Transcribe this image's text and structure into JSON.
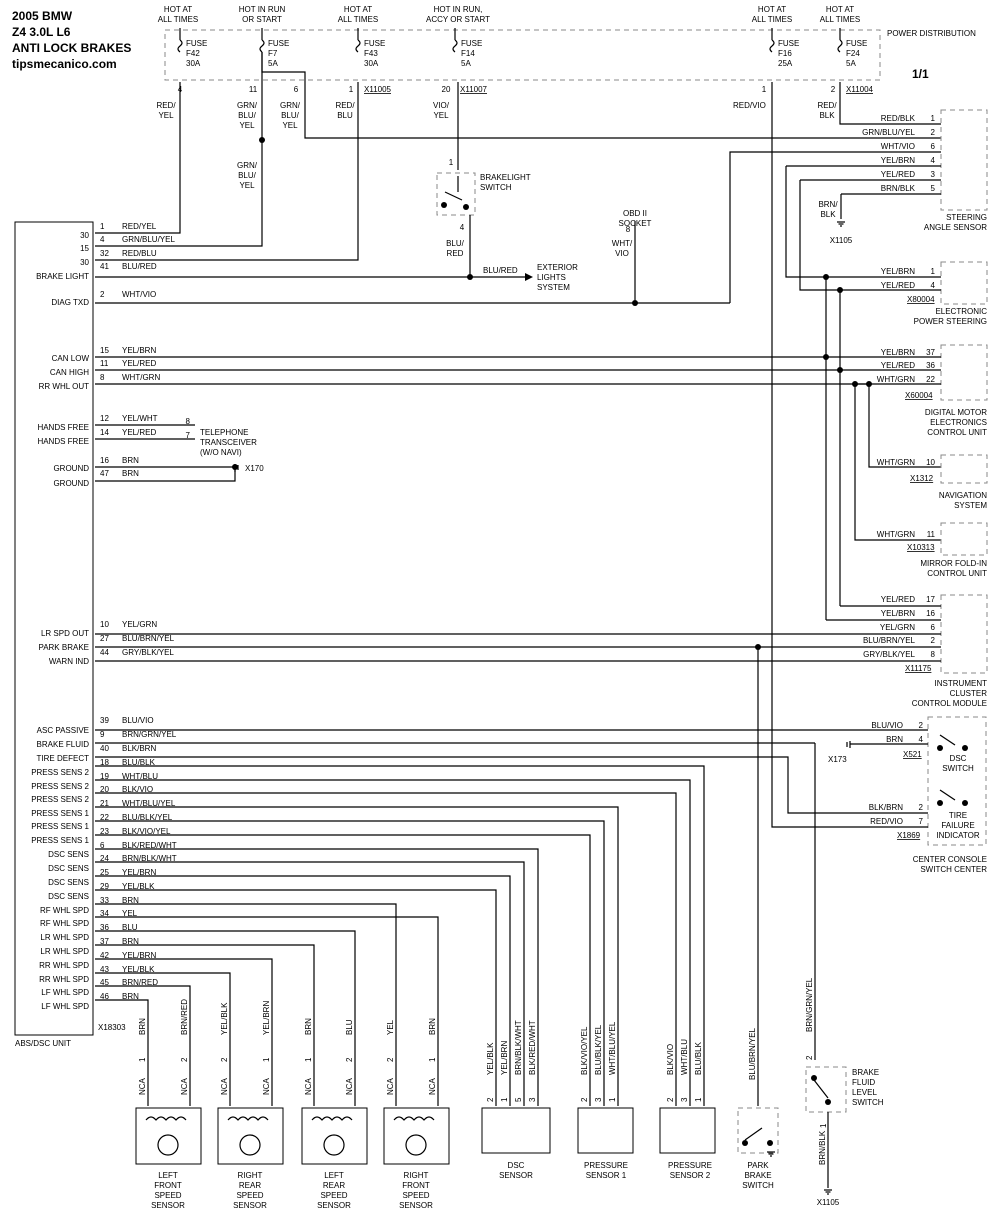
{
  "header": {
    "year_make": "2005  BMW",
    "model": "Z4  3.0L L6",
    "system": "ANTI LOCK BRAKES",
    "site": "tipsmecanico.com",
    "page": "1/1"
  },
  "power": {
    "label": "POWER DISTRIBUTION",
    "fuses": [
      {
        "hot": [
          "HOT AT",
          "ALL TIMES"
        ],
        "fuse": [
          "FUSE",
          "F42",
          "30A"
        ],
        "pin": "4",
        "wire": [
          "RED/",
          "YEL"
        ]
      },
      {
        "hot": [
          "HOT IN RUN",
          "OR START"
        ],
        "fuse": [
          "FUSE",
          "F7",
          "5A"
        ],
        "pin": "11",
        "pin2": "6",
        "wire": [
          "GRN/",
          "BLU/",
          "YEL"
        ],
        "wire2": [
          "GRN/",
          "BLU/",
          "YEL"
        ],
        "wire3": [
          "GRN/",
          "BLU/",
          "YEL"
        ]
      },
      {
        "hot": [
          "HOT AT",
          "ALL TIMES"
        ],
        "fuse": [
          "FUSE",
          "F43",
          "30A"
        ],
        "pin": "1",
        "conn": "X11005",
        "wire": [
          "RED/",
          "BLU"
        ]
      },
      {
        "hot": [
          "HOT IN RUN,",
          "ACCY OR START"
        ],
        "fuse": [
          "FUSE",
          "F14",
          "5A"
        ],
        "pin": "20",
        "conn": "X11007",
        "wire": [
          "VIO/",
          "YEL"
        ]
      },
      {
        "hot": [
          "HOT AT",
          "ALL TIMES"
        ],
        "fuse": [
          "FUSE",
          "F16",
          "25A"
        ],
        "pin": "1",
        "wire": [
          "RED/VIO"
        ]
      },
      {
        "hot": [
          "HOT AT",
          "ALL TIMES"
        ],
        "fuse": [
          "FUSE",
          "F24",
          "5A"
        ],
        "pin": "2",
        "conn": "X11004",
        "wire": [
          "RED/",
          "BLK"
        ]
      }
    ]
  },
  "brakelight": {
    "label": [
      "BRAKELIGHT",
      "SWITCH"
    ],
    "pin_top": "1",
    "pin_bot": "4",
    "wire": [
      "BLU/",
      "RED"
    ],
    "out_wire": "BLU/RED",
    "out_label": [
      "EXTERIOR",
      "LIGHTS",
      "SYSTEM"
    ]
  },
  "obd": {
    "label": [
      "OBD II",
      "SOCKET"
    ],
    "pin": "8",
    "wire": [
      "WHT/",
      "VIO"
    ]
  },
  "abs_unit": {
    "label": "ABS/DSC UNIT",
    "conn": "X18303",
    "pins": [
      {
        "fn": "30",
        "pin": "1",
        "wire": "RED/YEL"
      },
      {
        "fn": "15",
        "pin": "4",
        "wire": "GRN/BLU/YEL"
      },
      {
        "fn": "30",
        "pin": "32",
        "wire": "RED/BLU"
      },
      {
        "fn": "BRAKE LIGHT",
        "pin": "41",
        "wire": "BLU/RED"
      },
      {
        "fn": "DIAG TXD",
        "pin": "2",
        "wire": "WHT/VIO"
      },
      {
        "fn": "CAN LOW",
        "pin": "15",
        "wire": "YEL/BRN"
      },
      {
        "fn": "CAN HIGH",
        "pin": "11",
        "wire": "YEL/RED"
      },
      {
        "fn": "RR WHL OUT",
        "pin": "8",
        "wire": "WHT/GRN"
      },
      {
        "fn": "HANDS FREE",
        "pin": "12",
        "wire": "YEL/WHT"
      },
      {
        "fn": "HANDS FREE",
        "pin": "14",
        "wire": "YEL/RED"
      },
      {
        "fn": "GROUND",
        "pin": "16",
        "wire": "BRN"
      },
      {
        "fn": "GROUND",
        "pin": "47",
        "wire": "BRN"
      },
      {
        "fn": "LR SPD OUT",
        "pin": "10",
        "wire": "YEL/GRN"
      },
      {
        "fn": "PARK BRAKE",
        "pin": "27",
        "wire": "BLU/BRN/YEL"
      },
      {
        "fn": "WARN IND",
        "pin": "44",
        "wire": "GRY/BLK/YEL"
      },
      {
        "fn": "ASC PASSIVE",
        "pin": "39",
        "wire": "BLU/VIO"
      },
      {
        "fn": "BRAKE FLUID",
        "pin": "9",
        "wire": "BRN/GRN/YEL"
      },
      {
        "fn": "TIRE DEFECT",
        "pin": "40",
        "wire": "BLK/BRN"
      },
      {
        "fn": "PRESS SENS 2",
        "pin": "18",
        "wire": "BLU/BLK"
      },
      {
        "fn": "PRESS SENS 2",
        "pin": "19",
        "wire": "WHT/BLU"
      },
      {
        "fn": "PRESS SENS 2",
        "pin": "20",
        "wire": "BLK/VIO"
      },
      {
        "fn": "PRESS SENS 1",
        "pin": "21",
        "wire": "WHT/BLU/YEL"
      },
      {
        "fn": "PRESS SENS 1",
        "pin": "22",
        "wire": "BLU/BLK/YEL"
      },
      {
        "fn": "PRESS SENS 1",
        "pin": "23",
        "wire": "BLK/VIO/YEL"
      },
      {
        "fn": "DSC SENS",
        "pin": "6",
        "wire": "BLK/RED/WHT"
      },
      {
        "fn": "DSC SENS",
        "pin": "24",
        "wire": "BRN/BLK/WHT"
      },
      {
        "fn": "DSC SENS",
        "pin": "25",
        "wire": "YEL/BRN"
      },
      {
        "fn": "DSC SENS",
        "pin": "29",
        "wire": "YEL/BLK"
      },
      {
        "fn": "RF WHL SPD",
        "pin": "33",
        "wire": "BRN"
      },
      {
        "fn": "RF WHL SPD",
        "pin": "34",
        "wire": "YEL"
      },
      {
        "fn": "LR WHL SPD",
        "pin": "36",
        "wire": "BLU"
      },
      {
        "fn": "LR WHL SPD",
        "pin": "37",
        "wire": "BRN"
      },
      {
        "fn": "RR WHL SPD",
        "pin": "42",
        "wire": "YEL/BRN"
      },
      {
        "fn": "RR WHL SPD",
        "pin": "43",
        "wire": "YEL/BLK"
      },
      {
        "fn": "LF WHL SPD",
        "pin": "45",
        "wire": "BRN/RED"
      },
      {
        "fn": "LF WHL SPD",
        "pin": "46",
        "wire": "BRN"
      }
    ]
  },
  "steering": {
    "label": [
      "STEERING",
      "ANGLE SENSOR"
    ],
    "pins": [
      {
        "wire": "RED/BLK",
        "pin": "1"
      },
      {
        "wire": "GRN/BLU/YEL",
        "pin": "2"
      },
      {
        "wire": "WHT/VIO",
        "pin": "6"
      },
      {
        "wire": "YEL/BRN",
        "pin": "4"
      },
      {
        "wire": "YEL/RED",
        "pin": "3"
      },
      {
        "wire": "BRN/BLK",
        "pin": "5"
      }
    ],
    "gnd_wire": [
      "BRN/",
      "BLK"
    ],
    "gnd": "X1105"
  },
  "eps": {
    "label": [
      "ELECTRONIC",
      "POWER STEERING"
    ],
    "conn": "X80004",
    "pins": [
      {
        "wire": "YEL/BRN",
        "pin": "1"
      },
      {
        "wire": "YEL/RED",
        "pin": "4"
      }
    ]
  },
  "dme": {
    "label": [
      "DIGITAL MOTOR",
      "ELECTRONICS",
      "CONTROL UNIT"
    ],
    "conn": "X60004",
    "pins": [
      {
        "wire": "YEL/BRN",
        "pin": "37"
      },
      {
        "wire": "YEL/RED",
        "pin": "36"
      },
      {
        "wire": "WHT/GRN",
        "pin": "22"
      }
    ]
  },
  "nav": {
    "label": [
      "NAVIGATION",
      "SYSTEM"
    ],
    "conn": "X1312",
    "pins": [
      {
        "wire": "WHT/GRN",
        "pin": "10"
      }
    ]
  },
  "mirror": {
    "label": [
      "MIRROR FOLD-IN",
      "CONTROL UNIT"
    ],
    "conn": "X10313",
    "pins": [
      {
        "wire": "WHT/GRN",
        "pin": "11"
      }
    ]
  },
  "cluster": {
    "label": [
      "INSTRUMENT",
      "CLUSTER",
      "CONTROL MODULE"
    ],
    "conn": "X11175",
    "pins": [
      {
        "wire": "YEL/RED",
        "pin": "17"
      },
      {
        "wire": "YEL/BRN",
        "pin": "16"
      },
      {
        "wire": "YEL/GRN",
        "pin": "6"
      },
      {
        "wire": "BLU/BRN/YEL",
        "pin": "2"
      },
      {
        "wire": "GRY/BLK/YEL",
        "pin": "8"
      }
    ]
  },
  "telephone": {
    "label": [
      "TELEPHONE",
      "TRANSCEIVER",
      "(W/O NAVI)"
    ],
    "pins": [
      "8",
      "7"
    ]
  },
  "ground1": "X170",
  "console": {
    "label": [
      "CENTER CONSOLE",
      "SWITCH CENTER"
    ],
    "conn1": "X521",
    "conn2": "X1869",
    "gnd": "X173",
    "dsc": [
      "DSC",
      "SWITCH"
    ],
    "tire": [
      "TIRE",
      "FAILURE",
      "INDICATOR"
    ],
    "pins": [
      {
        "wire": "BLU/VIO",
        "pin": "2"
      },
      {
        "wire": "BRN",
        "pin": "4"
      },
      {
        "wire": "BLK/BRN",
        "pin": "2"
      },
      {
        "wire": "RED/VIO",
        "pin": "7"
      }
    ]
  },
  "bottom": {
    "nca": "NCA",
    "sensors": [
      {
        "label": [
          "LEFT",
          "FRONT",
          "SPEED",
          "SENSOR"
        ],
        "wires": [
          "BRN",
          "BRN/RED"
        ],
        "pins": [
          "1",
          "2"
        ]
      },
      {
        "label": [
          "RIGHT",
          "REAR",
          "SPEED",
          "SENSOR"
        ],
        "wires": [
          "YEL/BLK",
          "YEL/BRN"
        ],
        "pins": [
          "2",
          "1"
        ]
      },
      {
        "label": [
          "LEFT",
          "REAR",
          "SPEED",
          "SENSOR"
        ],
        "wires": [
          "BRN",
          "BLU"
        ],
        "pins": [
          "1",
          "2"
        ]
      },
      {
        "label": [
          "RIGHT",
          "FRONT",
          "SPEED",
          "SENSOR"
        ],
        "wires": [
          "YEL",
          "BRN"
        ],
        "pins": [
          "2",
          "1"
        ]
      }
    ],
    "dsc": {
      "label": [
        "DSC",
        "SENSOR"
      ],
      "wires": [
        "YEL/BLK",
        "YEL/BRN",
        "BRN/BLK/WHT",
        "BLK/RED/WHT"
      ],
      "pins": [
        "2",
        "1",
        "5",
        "3"
      ]
    },
    "ps1": {
      "label": [
        "PRESSURE",
        "SENSOR 1"
      ],
      "wires": [
        "BLK/VIO/YEL",
        "BLU/BLK/YEL",
        "WHT/BLU/YEL"
      ],
      "pins": [
        "2",
        "3",
        "1"
      ]
    },
    "ps2": {
      "label": [
        "PRESSURE",
        "SENSOR 2"
      ],
      "wires": [
        "BLK/VIO",
        "WHT/BLU",
        "BLU/BLK"
      ],
      "pins": [
        "2",
        "3",
        "1"
      ]
    },
    "park": {
      "label": [
        "PARK",
        "BRAKE",
        "SWITCH"
      ],
      "wire": "BLU/BRN/YEL"
    },
    "fluid": {
      "label": [
        "BRAKE",
        "FLUID",
        "LEVEL",
        "SWITCH"
      ],
      "wire": "BRN/GRN/YEL",
      "pin": "2",
      "pin2": "1",
      "gnd_wire": "BRN/BLK",
      "gnd": "X1105"
    }
  }
}
